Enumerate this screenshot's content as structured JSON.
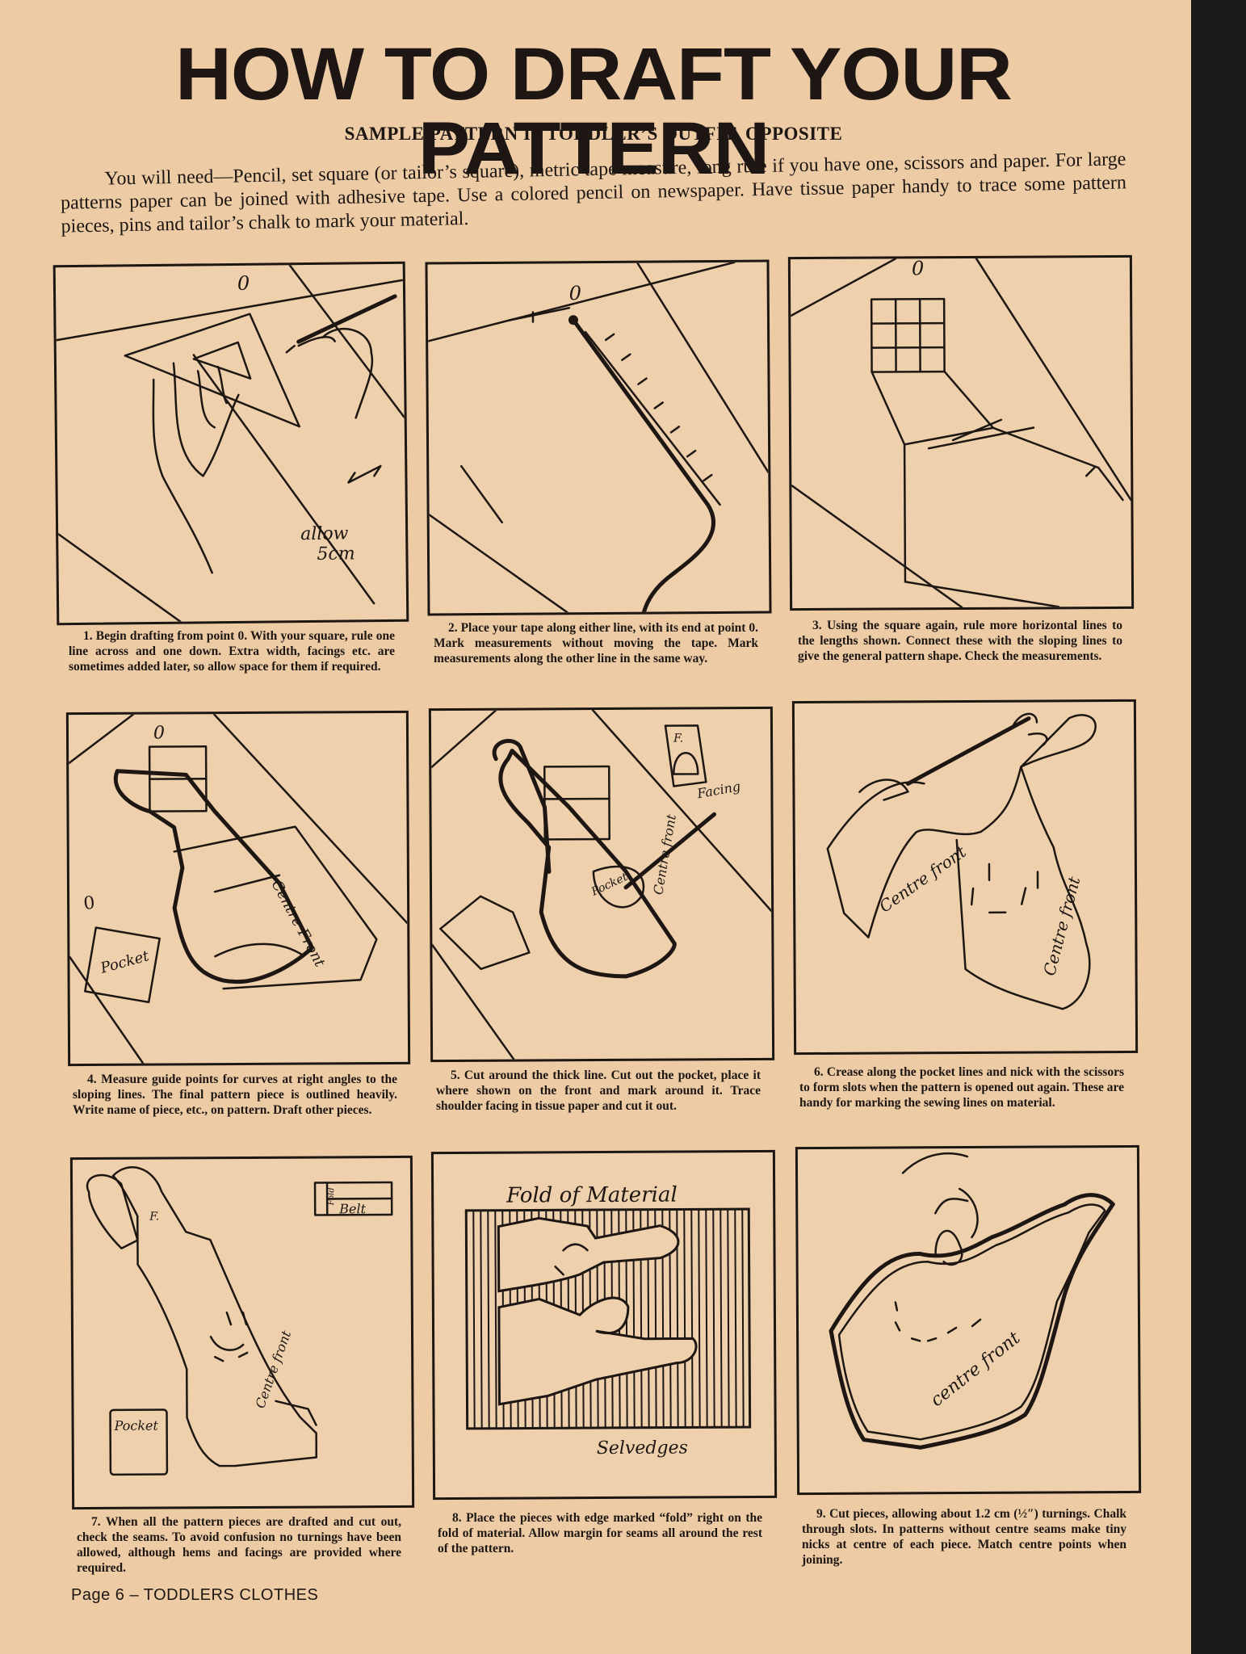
{
  "title": "HOW TO DRAFT YOUR PATTERN",
  "subtitle": "SAMPLE PATTERN IS TODDLER’S OUTFIT, OPPOSITE",
  "intro": "You will need—Pencil, set square (or tailor’s square), metric tape measure, long rule if you have one, scissors and paper. For large patterns paper can be joined with adhesive tape. Use a colored pencil on newspaper. Have tissue paper handy to trace some pattern pieces, pins and tailor’s chalk to mark your material.",
  "steps": [
    {
      "caption": "1. Begin drafting from point 0. With your square, rule one line across and one down. Extra width, facings etc. are sometimes added later, so allow space for them if required.",
      "labels": [
        "0",
        "allow",
        "5cm"
      ]
    },
    {
      "caption": "2. Place your tape along either line, with its end at point 0. Mark measurements without moving the tape. Mark measurements along the other line in the same way.",
      "labels": [
        "0"
      ]
    },
    {
      "caption": "3. Using the square again, rule more horizontal lines to the lengths shown. Connect these with the sloping lines to give the general pattern shape. Check the measurements.",
      "labels": [
        "0"
      ]
    },
    {
      "caption": "4. Measure guide points for curves at right angles to the sloping lines. The final pattern piece is outlined heavily. Write name of piece, etc., on pattern. Draft other pieces.",
      "labels": [
        "0",
        "Pocket",
        "Centre Front"
      ]
    },
    {
      "caption": "5. Cut around the thick line. Cut out the pocket, place it where shown on the front and mark around it. Trace shoulder facing in tissue paper and cut it out.",
      "labels": [
        "F.",
        "Facing",
        "Pocket",
        "Centre front"
      ]
    },
    {
      "caption": "6. Crease along the pocket lines and nick with the scissors to form slots when the pattern is opened out again. These are handy for marking the sewing lines on material.",
      "labels": [
        "Centre front",
        "Centre front"
      ]
    },
    {
      "caption": "7. When all the pattern pieces are drafted and cut out, check the seams. To avoid confusion no turnings have been allowed, although hems and facings are provided where required.",
      "labels": [
        "F.",
        "Fold",
        "Belt",
        "Pocket",
        "Centre front"
      ]
    },
    {
      "caption": "8. Place the pieces with edge marked “fold” right on the fold of material. Allow margin for seams all around the rest of the pattern.",
      "labels": [
        "Fold of Material",
        "Selvedges"
      ]
    },
    {
      "caption": "9. Cut pieces, allowing about 1.2 cm (½″) turnings. Chalk through slots. In patterns without centre seams make tiny nicks at centre of each piece. Match centre points when joining.",
      "labels": [
        "centre front"
      ]
    }
  ],
  "footer": "Page 6 – TODDLERS CLOTHES"
}
